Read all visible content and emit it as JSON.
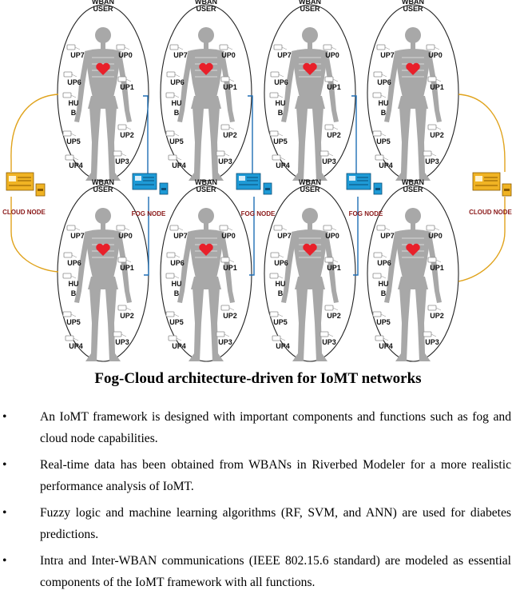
{
  "diagram": {
    "user_label": "WBAN\nUSER",
    "sensor_labels": [
      "UP7",
      "UP0",
      "UP6",
      "UP1",
      "HU\nB",
      "UP5",
      "UP2",
      "UP4",
      "UP3"
    ],
    "cloud_label": "CLOUD NODE",
    "fog_label": "FOG NODE",
    "colors": {
      "body": "#a8a8a8",
      "heart": "#e8202a",
      "link_blue": "#1f6fb5",
      "link_gold": "#e0a31c",
      "fog_box": "#1e9ad6",
      "cloud_box": "#f0b323",
      "node_text": "#8b1a1a"
    }
  },
  "caption": "Fog-Cloud architecture-driven for IoMT networks",
  "bullet_symbol": "•",
  "bullets": [
    "An IoMT framework is designed with important components and functions such as fog and cloud node capabilities.",
    "Real-time data has been obtained from WBANs in Riverbed Modeler for a more realistic performance analysis of IoMT.",
    "Fuzzy logic and machine learning algorithms (RF, SVM, and ANN) are used for diabetes predictions.",
    "Intra and Inter-WBAN communications (IEEE 802.15.6 standard) are modeled as essential components of the IoMT framework with all functions."
  ]
}
